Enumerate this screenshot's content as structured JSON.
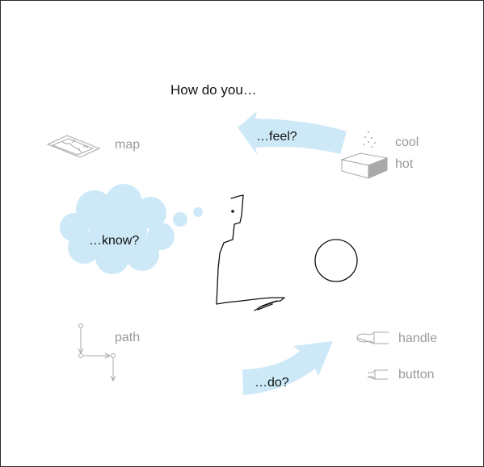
{
  "heading": "How do you…",
  "questions": {
    "feel": "…feel?",
    "know": "…know?",
    "do": "…do?"
  },
  "labels": {
    "map": "map",
    "cool": "cool",
    "hot": "hot",
    "path": "path",
    "handle": "handle",
    "button": "button"
  },
  "icons": {
    "map": "folded-map-icon",
    "temperature": "cool-hot-block-icon",
    "path": "path-arrows-icon",
    "handle": "handle-icon",
    "button": "button-icon",
    "person": "thinking-person-line-drawing",
    "circle": "circle-outline"
  },
  "colors": {
    "bubble_fill": "#cde9f8",
    "label_grey": "#9a9a9a",
    "icon_grey": "#a8a8a8",
    "line_dark": "#111111"
  }
}
